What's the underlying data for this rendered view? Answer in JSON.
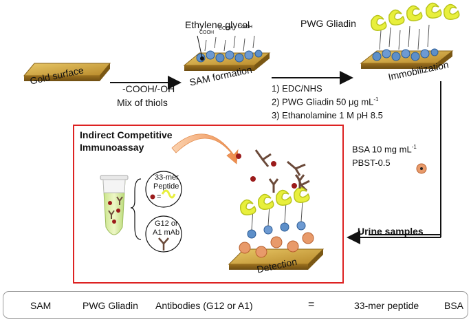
{
  "labels": {
    "gold_surface": "Gold surface",
    "ethylene_glycol": "Ethylene glycol",
    "sam_formation": "SAM formation",
    "pwg_gliadin": "PWG Gliadin",
    "immobilization": "Immobilization",
    "cooh": "COOH",
    "oh": "OH"
  },
  "step1": {
    "line1": "-COOH/-OH",
    "line2": "Mix of thiols"
  },
  "step2": {
    "item1": "1)  EDC/NHS",
    "item2_pre": "2)  PWG Gliadin 50 μg mL",
    "item2_sup": "-1",
    "item3": "3)  Ethanolamine 1 M pH 8.5"
  },
  "blocking": {
    "line1_pre": "BSA 10 mg mL",
    "line1_sup": "-1",
    "line2": "PBST-0.5"
  },
  "urine_samples": "Urine samples",
  "assay": {
    "title_line1": "Indirect Competitive",
    "title_line2": "Immunoassay",
    "peptide_line1": "33-mer",
    "peptide_line2": "Peptide",
    "mab_line1": "G12 or",
    "mab_line2": "A1 mAb",
    "detection": "Detection"
  },
  "legend": {
    "sam": "SAM",
    "pwg": "PWG Gliadin",
    "antibodies": "Antibodies (G12 or A1)",
    "equals": "=",
    "peptide": "33-mer peptide",
    "bsa": "BSA"
  },
  "colors": {
    "gold": "#c9a227",
    "arrow": "#111111",
    "box_border": "#dd2222",
    "antibody": "#6b4a3a",
    "peptide_dot": "#9b1b1b",
    "gliadin": "#e8ef3c",
    "sam_blue": "#5d8fc9",
    "bsa": "#e89a6a",
    "curve_arrow": "#f0a060"
  }
}
